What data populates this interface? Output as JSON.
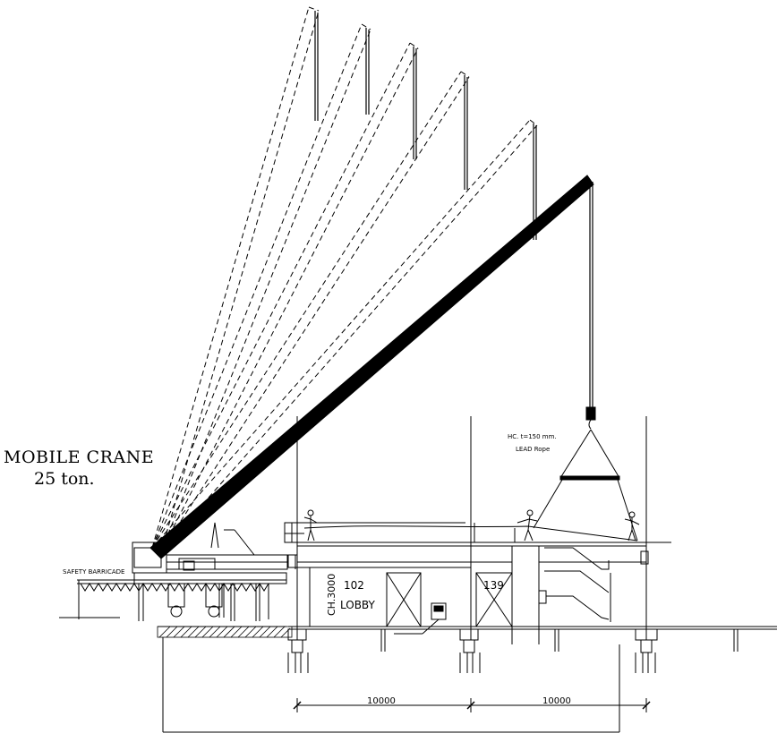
{
  "title": {
    "line1": "MOBILE CRANE",
    "line2": "25 ton."
  },
  "annotations": {
    "barricade": "SAFETY BARRICADE",
    "load_line1": "HC. t=150 mm.",
    "load_line2": "LEAD Rope",
    "ceiling_height": "CH.3000",
    "room_102_number": "102",
    "room_102_name": "LOBBY",
    "room_139_number": "139"
  },
  "dimensions": {
    "span_left": "10000",
    "span_right": "10000"
  },
  "colors": {
    "line": "#000000",
    "background": "#ffffff"
  }
}
